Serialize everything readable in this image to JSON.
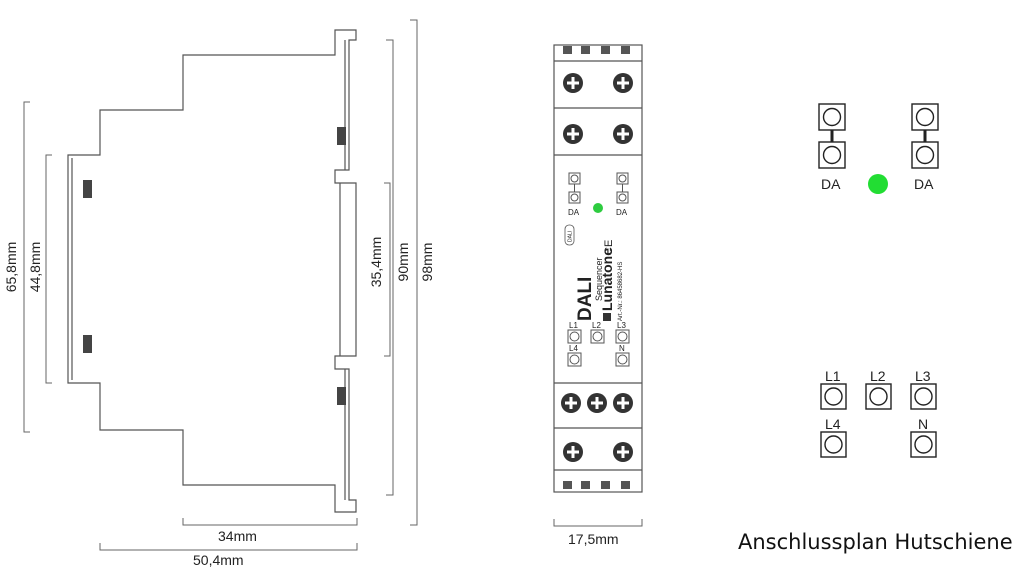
{
  "side_view": {
    "dim_height_outer": "65,8mm",
    "dim_height_inner": "44,8mm",
    "dim_slot": "35,4mm",
    "dim_height_body": "90mm",
    "dim_height_total": "98mm",
    "dim_depth_front": "34mm",
    "dim_depth_total": "50,4mm"
  },
  "front_view": {
    "terminal_da_left": "DA",
    "terminal_da_right": "DA",
    "brand": "Lunatone",
    "product": "DALI",
    "product_sub": "Sequencer",
    "article": "Art.-Nr.: 86458682-HS",
    "ce_mark": "CE",
    "dali_logo": "DALI",
    "term_l1": "L1",
    "term_l2": "L2",
    "term_l3": "L3",
    "term_l4": "L4",
    "term_n": "N",
    "dim_width": "17,5mm",
    "led_color": "#2ecc40"
  },
  "wiring_plan": {
    "da_left": "DA",
    "da_right": "DA",
    "l1": "L1",
    "l2": "L2",
    "l3": "L3",
    "l4": "L4",
    "n": "N",
    "led_color": "#22dd33",
    "caption": "Anschlussplan Hutschiene"
  }
}
